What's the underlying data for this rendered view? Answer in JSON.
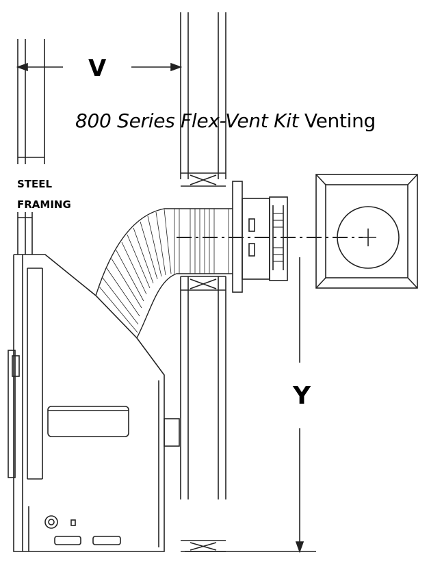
{
  "labels": {
    "dimension_v": "V",
    "dimension_y": "Y",
    "title_italic": "800 Series Flex-Vent Kit",
    "title_plain": " Venting",
    "steel_line1": "STEEL",
    "steel_line2": "FRAMING"
  },
  "colors": {
    "line": "#222222",
    "text": "#000000",
    "background": "#ffffff"
  }
}
